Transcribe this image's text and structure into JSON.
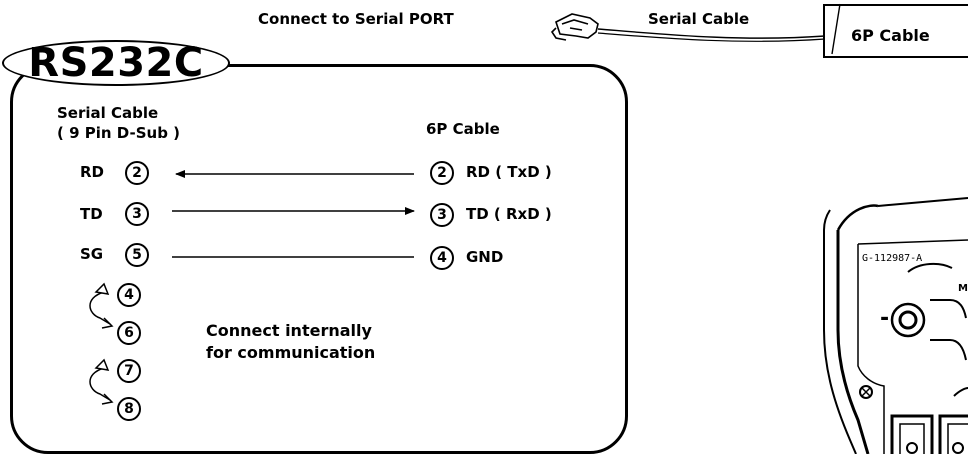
{
  "top": {
    "connect_label": "Connect to Serial PORT",
    "serial_cable_label": "Serial Cable",
    "six_p_box_label": "6P Cable"
  },
  "badge": {
    "title": "RS232C"
  },
  "left_header": {
    "line1": "Serial Cable",
    "line2": "( 9 Pin D-Sub )"
  },
  "right_header": "6P Cable",
  "rows": [
    {
      "left_label": "RD",
      "left_pin": "2",
      "right_pin": "2",
      "right_label": "RD ( TxD )",
      "arrow": "to-left"
    },
    {
      "left_label": "TD",
      "left_pin": "3",
      "right_pin": "3",
      "right_label": "TD ( RxD )",
      "arrow": "to-right"
    },
    {
      "left_label": "SG",
      "left_pin": "5",
      "right_pin": "4",
      "right_label": "GND",
      "arrow": "none"
    }
  ],
  "internal_pins": [
    "4",
    "6",
    "7",
    "8"
  ],
  "note": {
    "line1": "Connect internally",
    "line2": "for communication"
  },
  "device": {
    "model": "G-112987-A",
    "minus_symbol": "-",
    "partial_letter": "M"
  }
}
